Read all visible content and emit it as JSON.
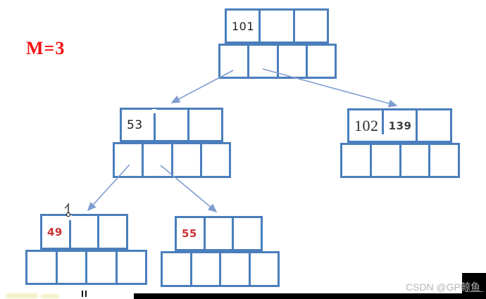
{
  "diagram": {
    "type": "b-tree",
    "order_label": "M=3",
    "nodes": {
      "root": {
        "keys": [
          "101",
          "",
          ""
        ],
        "pointers": 4
      },
      "left": {
        "keys": [
          "53",
          "",
          ""
        ],
        "pointers": 4
      },
      "right": {
        "keys": [
          "102",
          "139",
          ""
        ],
        "pointers": 4
      },
      "leaf1": {
        "keys": [
          "49",
          "",
          ""
        ],
        "pointers": 4
      },
      "leaf2": {
        "keys": [
          "55",
          "",
          ""
        ],
        "pointers": 4
      }
    },
    "edges": [
      {
        "from": "root",
        "to": "left"
      },
      {
        "from": "root",
        "to": "right"
      },
      {
        "from": "left",
        "to": "leaf1"
      },
      {
        "from": "left",
        "to": "leaf2"
      }
    ]
  },
  "watermark": {
    "text": "CSDN @GP鲸鱼"
  },
  "colors": {
    "box_border": "#4a7ebc",
    "arrow": "#7f9dd1",
    "key_text": "#1f1f1f",
    "red_key": "#cc3333",
    "m_label": "#f90f0f",
    "watermark_text": "#b6b6b6",
    "bar": "#000000"
  }
}
